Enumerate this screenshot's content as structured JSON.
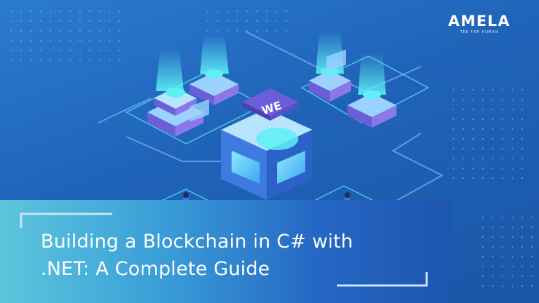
{
  "brand": {
    "logo_text": "AMELA",
    "tagline": "TEK FOR HUMAN"
  },
  "article": {
    "title_line_1": "Building a Blockchain in C# with",
    "title_line_2": ".NET: A Complete Guide"
  },
  "hub_badge_text": "WE",
  "colors": {
    "background": "#1f63b8",
    "banner_start": "#5cc6dc",
    "banner_end": "#1d55b0",
    "accent_cyan": "#5ef0f5",
    "block_purple": "#6b5ed9"
  }
}
